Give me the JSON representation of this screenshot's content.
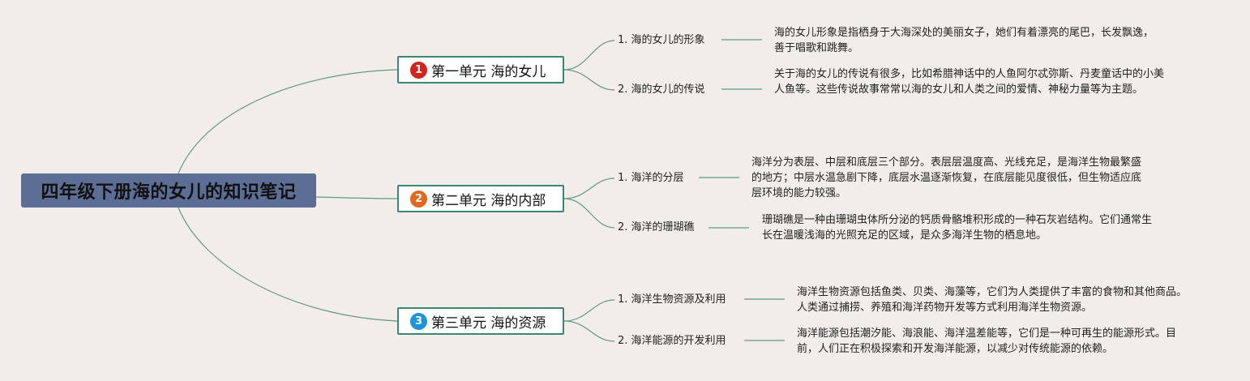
{
  "root": {
    "title": "四年级下册海的女儿的知识笔记"
  },
  "units": [
    {
      "badge": "1",
      "badge_color": "#d2231c",
      "title": "第一单元 海的女儿",
      "topics": [
        {
          "label": "1. 海的女儿的形象",
          "note": "海的女儿形象是指栖身于大海深处的美丽女子，她们有着漂亮的尾巴，长发飘逸，善于唱歌和跳舞。"
        },
        {
          "label": "2. 海的女儿的传说",
          "note": "关于海的女儿的传说有很多，比如希腊神话中的人鱼阿尔忒弥斯、丹麦童话中的小美人鱼等。这些传说故事常常以海的女儿和人类之间的爱情、神秘力量等为主题。"
        }
      ]
    },
    {
      "badge": "2",
      "badge_color": "#e0691e",
      "title": "第二单元 海的内部",
      "topics": [
        {
          "label": "1. 海洋的分层",
          "note": "海洋分为表层、中层和底层三个部分。表层层温度高、光线充足，是海洋生物最繁盛的地方；中层水温急剧下降，底层水温逐渐恢复，在底层能见度很低，但生物适应底层环境的能力较强。"
        },
        {
          "label": "2. 海洋的珊瑚礁",
          "note": "珊瑚礁是一种由珊瑚虫体所分泌的钙质骨骼堆积形成的一种石灰岩结构。它们通常生长在温暖浅海的光照充足的区域，是众多海洋生物的栖息地。"
        }
      ]
    },
    {
      "badge": "3",
      "badge_color": "#1e94d6",
      "title": "第三单元 海的资源",
      "topics": [
        {
          "label": "1. 海洋生物资源及利用",
          "note": "海洋生物资源包括鱼类、贝类、海藻等，它们为人类提供了丰富的食物和其他商品。人类通过捕捞、养殖和海洋药物开发等方式利用海洋生物资源。"
        },
        {
          "label": "2. 海洋能源的开发利用",
          "note": "海洋能源包括潮汐能、海浪能、海洋温差能等，它们是一种可再生的能源形式。目前，人们正在积极探索和开发海洋能源，以减少对传统能源的依赖。"
        }
      ]
    }
  ],
  "colors": {
    "background": "#f2ede8",
    "root_fill": "#5b6e94",
    "connector": "#3d8575"
  }
}
